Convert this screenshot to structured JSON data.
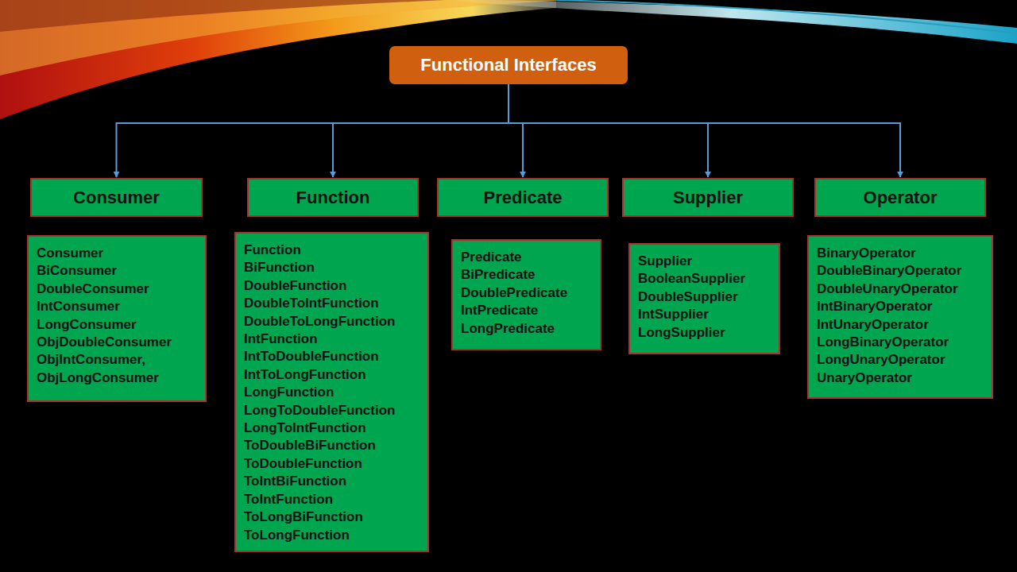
{
  "diagram": {
    "nodes": [
      {
        "text": [
          "Functional Interfaces"
        ]
      },
      {
        "text": [
          "Consumer"
        ]
      },
      {
        "text": [
          "Function"
        ]
      },
      {
        "text": [
          "Predicate"
        ]
      },
      {
        "text": [
          "Supplier"
        ]
      },
      {
        "text": [
          "Operator"
        ]
      },
      {
        "text": [
          "Consumer",
          "BiConsumer",
          "DoubleConsumer",
          "IntConsumer",
          "LongConsumer",
          "ObjDoubleConsumer",
          "ObjIntConsumer,",
          "ObjLongConsumer"
        ]
      },
      {
        "text": [
          "Function",
          "BiFunction",
          "DoubleFunction",
          "DoubleToIntFunction",
          "DoubleToLongFunction",
          "IntFunction",
          "IntToDoubleFunction",
          "IntToLongFunction",
          "LongFunction",
          "LongToDoubleFunction",
          "LongToIntFunction",
          "ToDoubleBiFunction",
          "ToDoubleFunction",
          "ToIntBiFunction",
          "ToIntFunction",
          "ToLongBiFunction",
          "ToLongFunction"
        ]
      },
      {
        "text": [
          "Predicate",
          "BiPredicate",
          "DoublePredicate",
          "IntPredicate",
          "LongPredicate"
        ]
      },
      {
        "text": [
          "Supplier",
          "BooleanSupplier",
          "DoubleSupplier",
          "IntSupplier",
          "LongSupplier"
        ]
      },
      {
        "text": [
          "BinaryOperator",
          "DoubleBinaryOperator",
          "DoubleUnaryOperator",
          "IntBinaryOperator",
          "IntUnaryOperator",
          "LongBinaryOperator",
          "LongUnaryOperator",
          "UnaryOperator"
        ]
      }
    ],
    "edges": [
      {
        "from": 0,
        "to": 1,
        "arrow": "to"
      },
      {
        "from": 0,
        "to": 2,
        "arrow": "to"
      },
      {
        "from": 0,
        "to": 3,
        "arrow": "to"
      },
      {
        "from": 0,
        "to": 4,
        "arrow": "to"
      },
      {
        "from": 0,
        "to": 5,
        "arrow": "to"
      }
    ]
  }
}
